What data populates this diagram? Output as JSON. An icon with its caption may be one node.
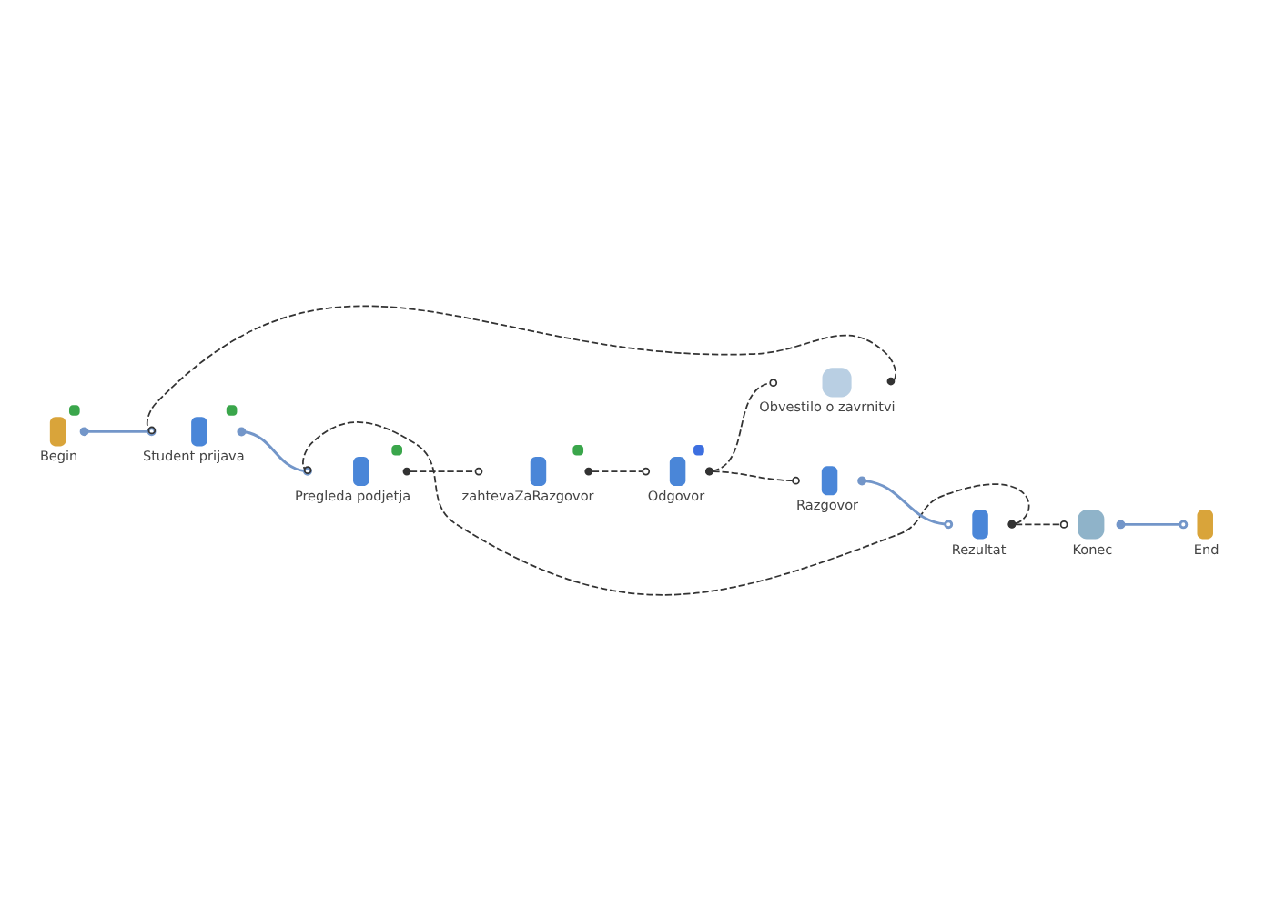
{
  "diagram": {
    "nodes": [
      {
        "text": [
          "Begin"
        ]
      },
      {
        "text": [
          "Student prijava"
        ]
      },
      {
        "text": [
          "Pregleda podjetja"
        ]
      },
      {
        "text": [
          "Odgovor"
        ]
      },
      {
        "text": [
          "Rezultat"
        ]
      },
      {
        "text": [
          "Konec"
        ]
      },
      {
        "text": [
          "Obvestilo o zavrnitvi"
        ]
      },
      {
        "text": [
          "zahtevaZaRazgovor"
        ]
      },
      {
        "text": [
          "Razgovor"
        ]
      },
      {
        "text": [
          "End"
        ]
      }
    ],
    "edges": [
      {
        "from": 0,
        "to": 1,
        "arrow": "other",
        "color": "#7396c9"
      },
      {
        "from": 1,
        "to": 2,
        "arrow": "other",
        "color": "#7396c9"
      },
      {
        "from": 6,
        "to": 1,
        "arrow": "other",
        "style": "dashed"
      },
      {
        "from": 4,
        "to": 2,
        "arrow": "other",
        "style": "dashed"
      },
      {
        "from": 2,
        "to": 7,
        "arrow": "other",
        "style": "dashed"
      },
      {
        "from": 3,
        "to": 6,
        "arrow": "other",
        "style": "dashed"
      },
      {
        "from": 7,
        "to": 3,
        "arrow": "other",
        "style": "dashed"
      },
      {
        "from": 3,
        "to": 8,
        "arrow": "other",
        "style": "dashed"
      },
      {
        "from": 8,
        "to": 4,
        "arrow": "other",
        "color": "#7396c9"
      },
      {
        "from": 4,
        "to": 5,
        "arrow": "other",
        "style": "dashed"
      },
      {
        "from": 5,
        "to": 9,
        "arrow": "other",
        "color": "#7396c9"
      }
    ]
  }
}
